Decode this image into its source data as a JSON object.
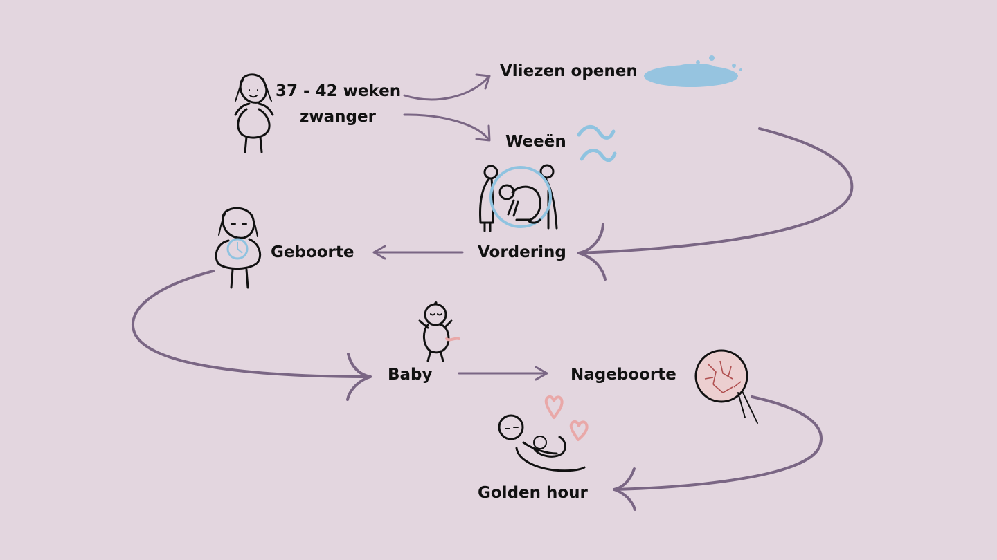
{
  "nodes": {
    "weeks_line1": "37 - 42 weken",
    "weeks_line2": "zwanger",
    "membranes": "Vliezen openen",
    "contractions": "Weeën",
    "progress": "Vordering",
    "birth": "Geboorte",
    "baby": "Baby",
    "afterbirth": "Nageboorte",
    "golden_hour": "Golden hour"
  },
  "colors": {
    "background": "#e3d6df",
    "arrow": "#7a6684",
    "water": "#8fc3e0",
    "heart": "#e9a8a8",
    "text": "#111111"
  }
}
